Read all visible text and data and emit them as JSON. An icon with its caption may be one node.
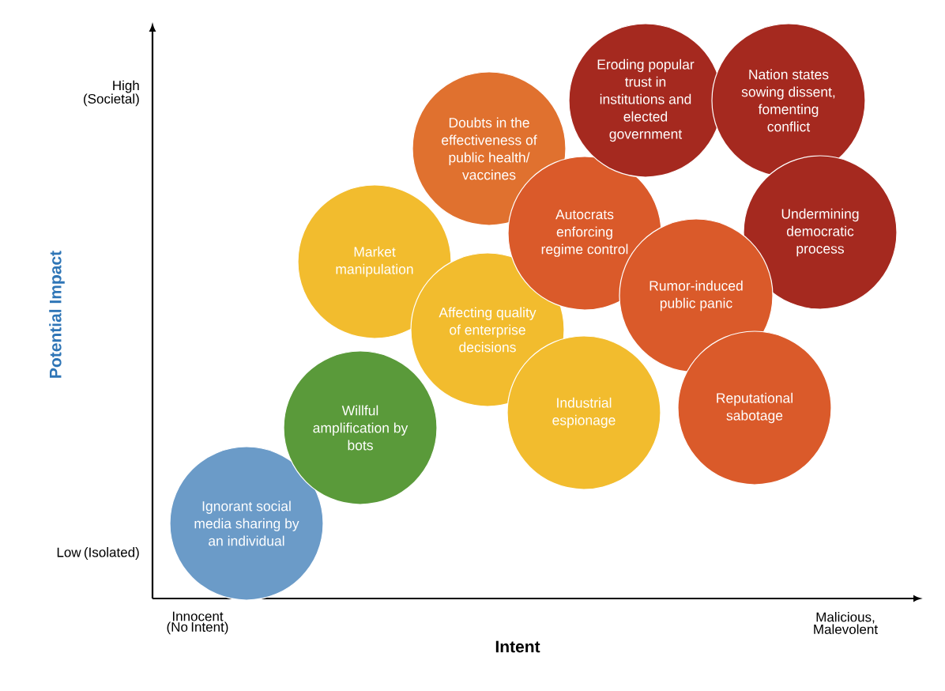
{
  "diagram": {
    "nodes": [
      {
        "text": [
          "Eroding popular trust in institutions and elected government"
        ]
      },
      {
        "text": [
          "Nation states sowing dissent, fomenting conflict"
        ]
      },
      {
        "text": [
          "Doubts in the effectiveness of public health/ vaccines"
        ]
      },
      {
        "text": [
          "Undermining democratic process"
        ]
      },
      {
        "text": [
          "Autocrats enforcing regime control"
        ]
      },
      {
        "text": [
          "Market manipulation"
        ]
      },
      {
        "text": [
          "Rumor-induced public panic"
        ]
      },
      {
        "text": [
          "Affecting quality of enterprise decisions"
        ]
      },
      {
        "text": [
          "Reputational sabotage"
        ]
      },
      {
        "text": [
          "Industrial espionage"
        ]
      },
      {
        "text": [
          "Willful amplification by bots"
        ]
      },
      {
        "text": [
          "Ignorant social media sharing by an individual"
        ]
      }
    ],
    "labels": [
      "High (Societal)",
      "Potential Impact",
      "Low (Isolated)",
      "Innocent (No Intent)",
      "Intent",
      "Malicious, Malevolent"
    ]
  }
}
